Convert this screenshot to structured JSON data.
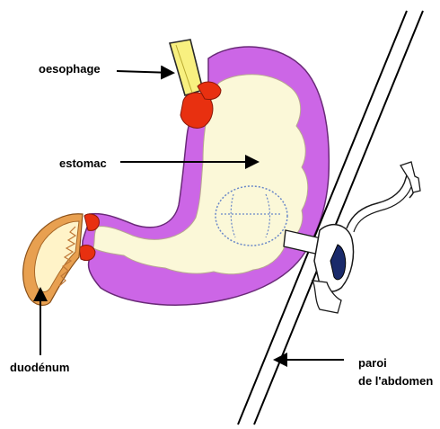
{
  "labels": {
    "oesophage": "oesophage",
    "estomac": "estomac",
    "duodenum": "duodénum",
    "paroi_line1": "paroi",
    "paroi_line2": "de l'abdomen"
  },
  "colors": {
    "stomach_wall": "#cc66e6",
    "stomach_interior": "#fbf8d8",
    "sphincter": "#e83010",
    "esophagus": "#f8f080",
    "duodenum_wall": "#e8a050",
    "duodenum_interior": "#fff3c8",
    "abdominal_wall": "#000000",
    "outline": "#1a1a1a",
    "arrow": "#000000"
  }
}
